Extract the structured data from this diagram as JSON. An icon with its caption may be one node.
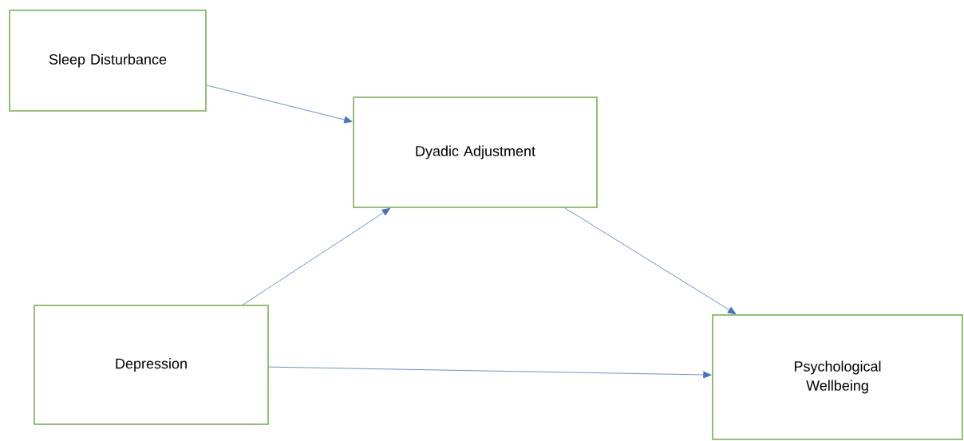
{
  "diagram": {
    "nodes": [
      {
        "text": [
          "Sleep Disturbance"
        ]
      },
      {
        "text": [
          "Dyadic Adjustment"
        ]
      },
      {
        "text": [
          "Depression"
        ]
      },
      {
        "text": [
          "Psychological Wellbeing"
        ]
      }
    ],
    "edges": [
      {
        "from": 0,
        "to": 1,
        "arrow": "to"
      },
      {
        "from": 2,
        "to": 1,
        "arrow": "to"
      },
      {
        "from": 1,
        "to": 3,
        "arrow": "to"
      },
      {
        "from": 2,
        "to": 3,
        "arrow": "to"
      }
    ]
  }
}
